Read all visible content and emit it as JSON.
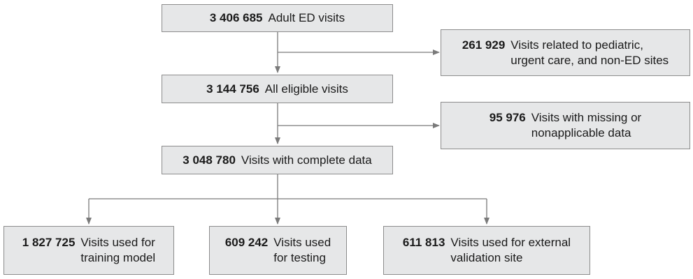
{
  "nodes": [
    {
      "id": "adult-ed-visits",
      "count": "3 406 685",
      "lines": [
        "Adult ED visits"
      ]
    },
    {
      "id": "excluded-pediatric",
      "count": "261 929",
      "lines": [
        "Visits related to pediatric,",
        "urgent care, and non-ED sites"
      ]
    },
    {
      "id": "all-eligible-visits",
      "count": "3 144 756",
      "lines": [
        "All eligible visits"
      ]
    },
    {
      "id": "excluded-missing",
      "count": "95 976",
      "lines": [
        "Visits with missing or",
        "nonapplicable data"
      ]
    },
    {
      "id": "complete-data",
      "count": "3 048 780",
      "lines": [
        "Visits with complete data"
      ]
    },
    {
      "id": "training",
      "count": "1 827 725",
      "lines": [
        "Visits used for",
        "training model"
      ]
    },
    {
      "id": "testing",
      "count": "609 242",
      "lines": [
        "Visits used",
        "for testing"
      ]
    },
    {
      "id": "external-validation",
      "count": "611 813",
      "lines": [
        "Visits used for external",
        "validation site"
      ]
    }
  ],
  "colors": {
    "box_fill": "#e6e7e8",
    "box_border": "#8c8c8c",
    "connector": "#7a7a7a"
  }
}
